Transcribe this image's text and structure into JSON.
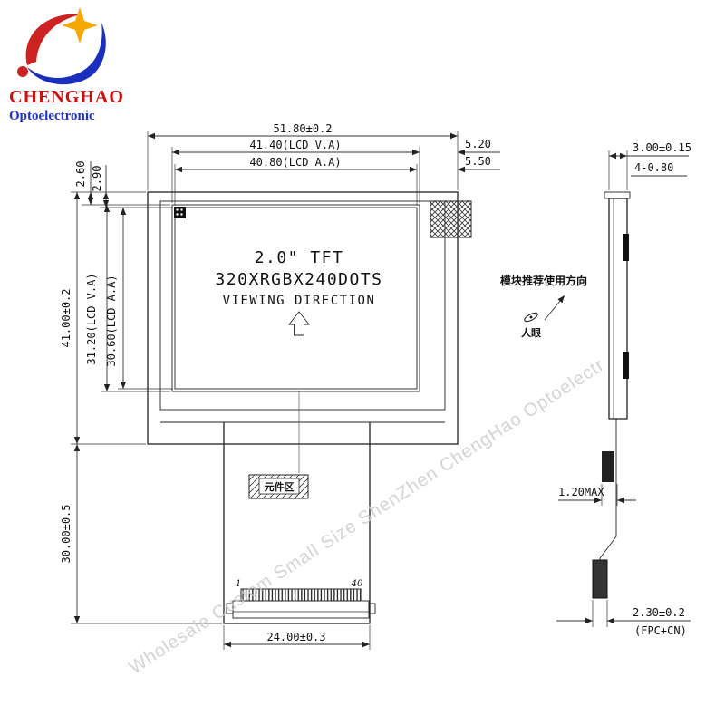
{
  "logo": {
    "name": "CHENGHAO",
    "subtitle": "Optoelectronic"
  },
  "front_view": {
    "title_line1": "2.0\" TFT",
    "title_line2": "320XRGBX240DOTS",
    "title_line3": "VIEWING DIRECTION",
    "component_area_label": "元件区",
    "pin_first": "1",
    "pin_last": "40",
    "dims": {
      "overall_width": "51.80±0.2",
      "lcd_va_width": "41.40(LCD V.A)",
      "lcd_aa_width": "40.80(LCD A.A)",
      "right_offset_va": "5.20",
      "right_offset_aa": "5.50",
      "top_offset_va": "2.60",
      "top_offset_aa": "2.90",
      "overall_height": "41.00±0.2",
      "lcd_va_height": "31.20(LCD V.A)",
      "lcd_aa_height": "30.60(LCD A.A)",
      "fpc_length": "30.00±0.5",
      "fpc_width": "24.00±0.3"
    }
  },
  "side_view": {
    "dims": {
      "thickness": "3.00±0.15",
      "bosses": "4-0.80",
      "fpc_max_thickness": "1.20MAX",
      "connector_thickness": "2.30±0.2",
      "connector_note": "(FPC+CN)"
    },
    "direction_label": "模块推荐使用方向",
    "eye_label": "人眼"
  },
  "watermark": "Wholesale Custom Small Size ShenZhen ChengHao Optoelectr",
  "colors": {
    "line": "#222222",
    "logo_red": "#cc1111",
    "logo_blue": "#2233cc",
    "logo_yellow": "#f5a800",
    "watermark": "#c9c9c9"
  }
}
